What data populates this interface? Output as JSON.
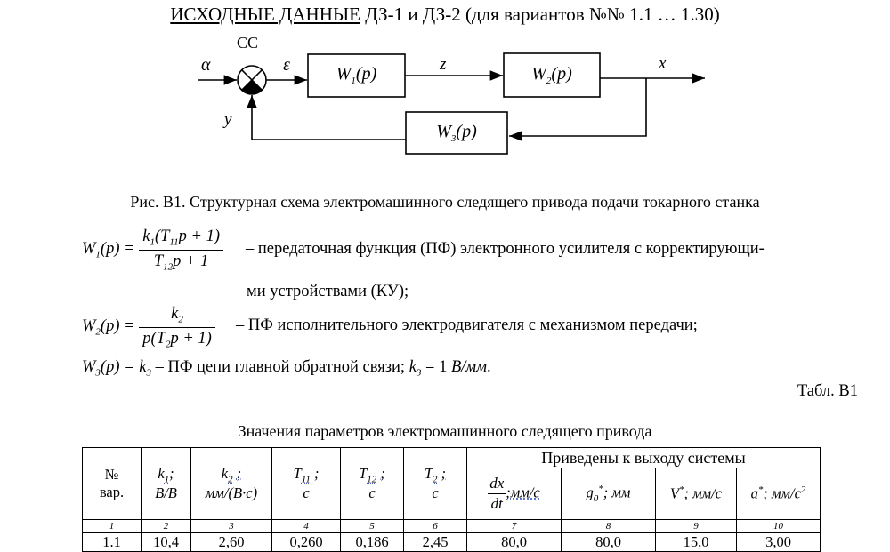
{
  "title": {
    "underlined": "ИСХОДНЫЕ ДАННЫЕ",
    "rest": " ДЗ-1 и ДЗ-2 (для вариантов №№ 1.1 … 1.30)"
  },
  "diagram": {
    "cc_label": "СС",
    "alpha": "α",
    "epsilon": "ε",
    "z": "z",
    "x": "x",
    "y": "y",
    "block1": "W1(p)",
    "block2": "W2(p)",
    "block3": "W3(p)"
  },
  "caption": "Рис. В1. Структурная схема электромашинного следящего привода подачи токарного станка",
  "eq1": {
    "desc_line1": "– передаточная функция (ПФ) электронного усилителя с корректирующи-",
    "desc_line2": "ми устройствами (КУ);"
  },
  "eq2": {
    "desc": "– ПФ исполнительного электродвигателя с механизмом передачи;"
  },
  "eq3": {
    "lhs": "W3(p) = k3",
    "desc": " – ПФ цепи главной обратной связи; ",
    "k3": "k3 = 1 ",
    "unit": "В/мм",
    "end": "."
  },
  "table_label": "Табл. В1",
  "table_title": "Значения параметров электромашинного следящего привода",
  "table": {
    "group_header": "Приведены к выходу системы",
    "headers": [
      {
        "top": "№",
        "bottom": "вар."
      },
      {
        "top": "k1;",
        "bottom": "В/В"
      },
      {
        "top": "k2 ;",
        "bottom": "мм/(В·с)"
      },
      {
        "top": "T11 ;",
        "bottom": "с"
      },
      {
        "top": "T12 ;",
        "bottom": "с"
      },
      {
        "top": "T2 ;",
        "bottom": "с"
      }
    ],
    "sub_headers": [
      "dx/dt ;мм/с",
      "g0* ; мм",
      "V*; мм/с",
      "a*; мм/с2"
    ],
    "column_numbers": [
      "1",
      "2",
      "3",
      "4",
      "5",
      "6",
      "7",
      "8",
      "9",
      "10"
    ],
    "rows": [
      [
        "1.1",
        "10,4",
        "2,60",
        "0,260",
        "0,186",
        "2,45",
        "80,0",
        "80,0",
        "15,0",
        "3,00"
      ]
    ]
  }
}
